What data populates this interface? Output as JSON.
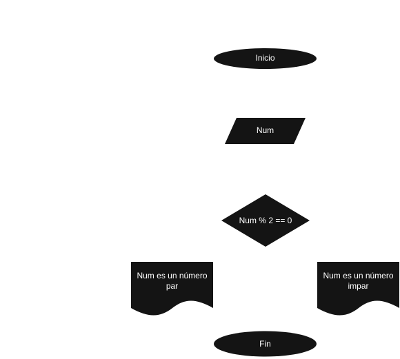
{
  "flowchart": {
    "start": {
      "label": "Inicio",
      "shape": "terminal"
    },
    "input": {
      "label": "Num",
      "shape": "parallelogram"
    },
    "decision": {
      "label": "Num % 2 == 0",
      "shape": "diamond"
    },
    "even_output": {
      "label": "Num es un número par",
      "shape": "document"
    },
    "odd_output": {
      "label": "Num es un número impar",
      "shape": "document"
    },
    "end": {
      "label": "Fin",
      "shape": "terminal"
    },
    "colors": {
      "shape_fill": "#141414",
      "text": "#ffffff",
      "background": "#ffffff"
    }
  }
}
